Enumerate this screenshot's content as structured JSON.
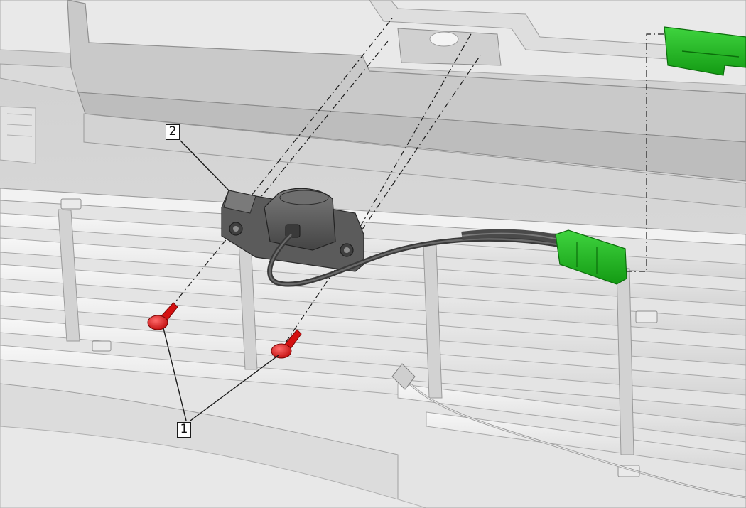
{
  "diagram": {
    "callouts": [
      {
        "id": "callout-1",
        "label": "1",
        "refers_to": "screws"
      },
      {
        "id": "callout-2",
        "label": "2",
        "refers_to": "camera-bracket"
      }
    ],
    "colors": {
      "background": "#d9d9d9",
      "grille": "#e6e6e6",
      "screw": "#e01818",
      "connector": "#1fb81f",
      "camera": "#5a5a5a",
      "leader_line": "#1a1a1a"
    }
  }
}
